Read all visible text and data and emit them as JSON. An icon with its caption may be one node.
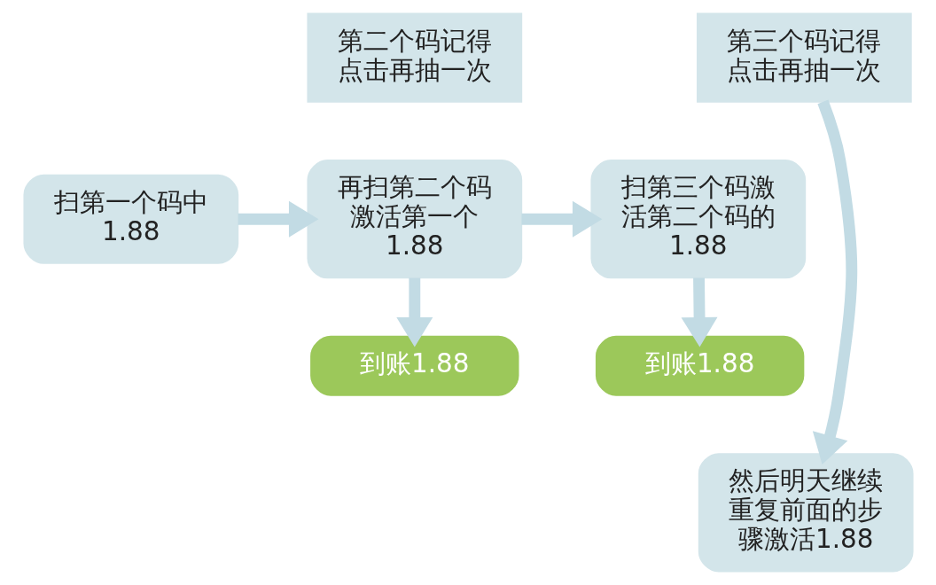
{
  "diagram": {
    "nodes": [
      {
        "text": [
          "扫第一个码中1.88"
        ]
      },
      {
        "text": [
          "再扫第二个码激活第一个1.88"
        ]
      },
      {
        "text": [
          "第二个码记得点击再抽一次"
        ]
      },
      {
        "text": [
          "扫第三个码激活第二个码的1.88"
        ]
      },
      {
        "text": [
          "第三个码记得点击再抽一次"
        ]
      },
      {
        "text": [
          "到账1.88"
        ]
      },
      {
        "text": [
          "到账1.88"
        ]
      },
      {
        "text": [
          "然后明天继续重复前面的步骤激活1.88"
        ]
      }
    ],
    "edges": [
      {
        "from": 0,
        "to": 1,
        "arrow": "to"
      },
      {
        "from": 1,
        "to": 3,
        "arrow": "to"
      },
      {
        "from": 1,
        "to": 5,
        "arrow": "to"
      },
      {
        "from": 3,
        "to": 6,
        "arrow": "to"
      },
      {
        "from": 4,
        "to": 7,
        "arrow": "to"
      }
    ]
  }
}
